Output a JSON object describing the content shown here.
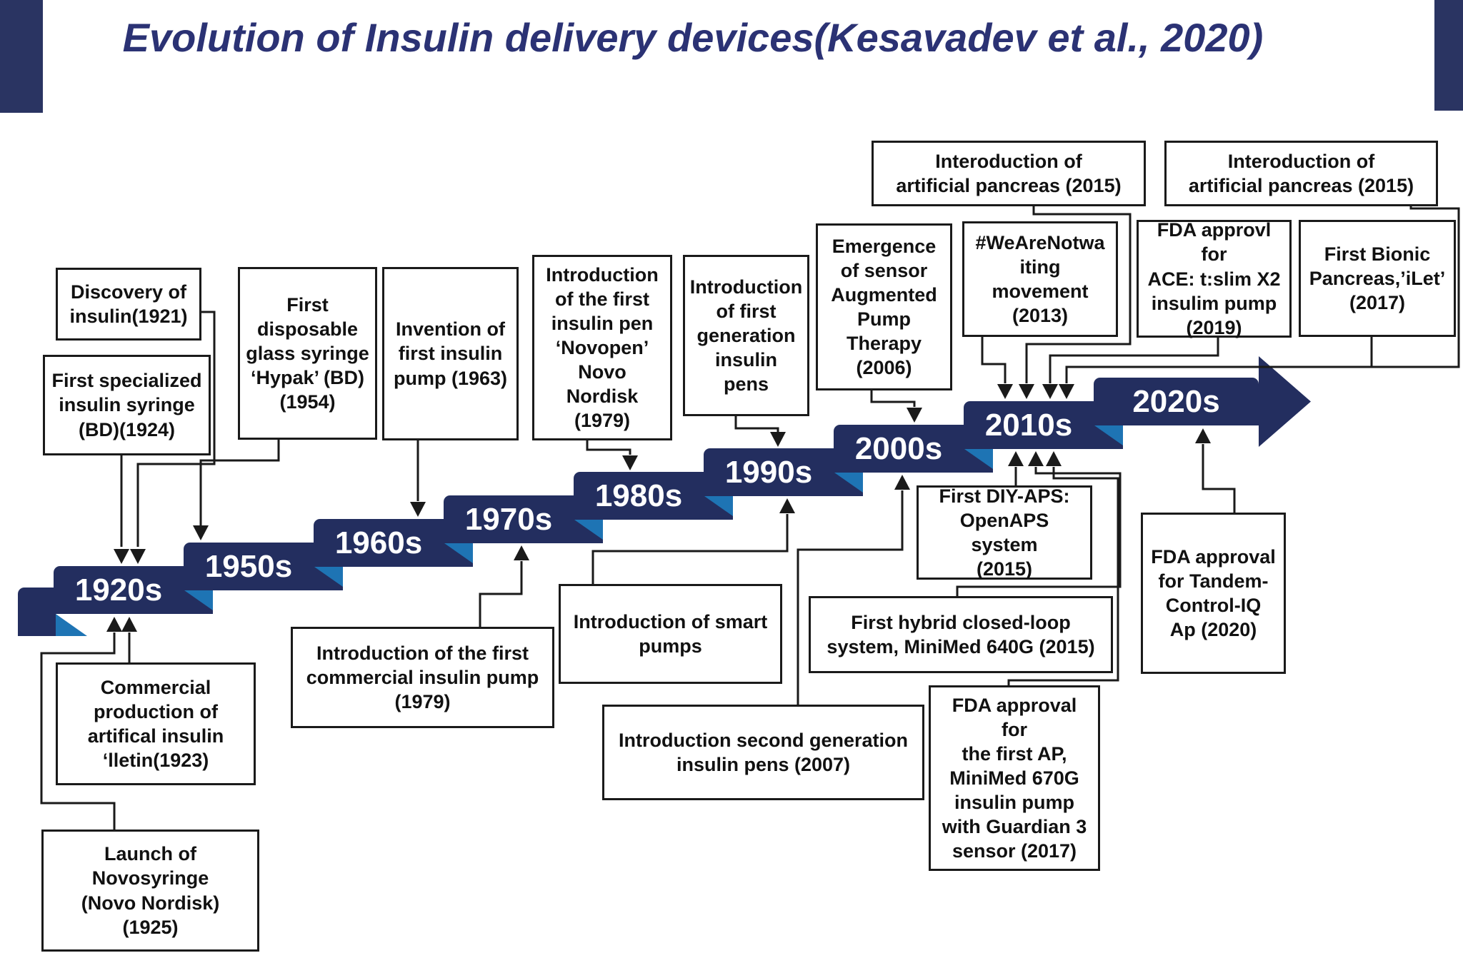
{
  "title": "Evolution of Insulin delivery devices(Kesavadev et al., 2020)",
  "colors": {
    "navy": "#232E5F",
    "fold_blue": "#1E74B4",
    "title_navy": "#2B3274",
    "edge_bar": "#2A3462",
    "line_black": "#1A1A1A"
  },
  "timeline": {
    "decades": [
      {
        "label": "1920s"
      },
      {
        "label": "1950s"
      },
      {
        "label": "1960s"
      },
      {
        "label": "1970s"
      },
      {
        "label": "1980s"
      },
      {
        "label": "1990s"
      },
      {
        "label": "2000s"
      },
      {
        "label": "2010s"
      },
      {
        "label": "2020s"
      }
    ]
  },
  "boxes": {
    "discovery": {
      "text": "Discovery of\ninsulin(1921)"
    },
    "specialized": {
      "text": "First specialized\ninsulin syringe\n(BD)(1924)"
    },
    "hypak": {
      "text": "First\ndisposable\nglass syringe\n‘Hypak’ (BD)\n(1954)"
    },
    "invention": {
      "text": "Invention of\nfirst insulin\npump (1963)"
    },
    "novopen": {
      "text": "Introduction\nof the first\ninsulin pen\n‘Novopen’\nNovo Nordisk\n(1979)"
    },
    "gen1pens": {
      "text": "Introduction\nof first\ngeneration\ninsulin pens"
    },
    "emergence": {
      "text": "Emergence\nof sensor\nAugmented\nPump\nTherapy\n(2006)"
    },
    "interoduction1": {
      "text": "Interoduction of\nartificial pancreas (2015)"
    },
    "interoduction2": {
      "text": "Interoduction of\nartificial pancreas (2015)"
    },
    "wanw": {
      "text": "#WeAreNotwa\niting\nmovement\n(2013)"
    },
    "fda_tslim": {
      "text": "FDA approvl for\nACE: t:slim X2\ninsulim pump\n(2019)"
    },
    "bionic": {
      "text": "First Bionic\nPancreas,’iLet’\n(2017)"
    },
    "commercial": {
      "text": "Commercial\nproduction of\nartifical insulin\n‘lletin(1923)"
    },
    "launch": {
      "text": "Launch of\nNovosyringe\n(Novo Nordisk)\n(1925)"
    },
    "pump1979": {
      "text": "Introduction of the first\ncommercial insulin pump\n(1979)"
    },
    "smartpumps": {
      "text": "Introduction of smart\npumps"
    },
    "gen2pens": {
      "text": "Introduction second generation\ninsulin pens (2007)"
    },
    "hybrid": {
      "text": "First hybrid closed-loop\nsystem, MiniMed 640G (2015)"
    },
    "diyaps": {
      "text": "First DIY-APS:\nOpenAPS system\n(2015)"
    },
    "fda670g": {
      "text": "FDA approval for\nthe first AP,\nMiniMed 670G\ninsulin pump\nwith Guardian 3\nsensor (2017)"
    },
    "tandem": {
      "text": "FDA approval\nfor Tandem-\nControl-IQ\nAp (2020)"
    }
  }
}
